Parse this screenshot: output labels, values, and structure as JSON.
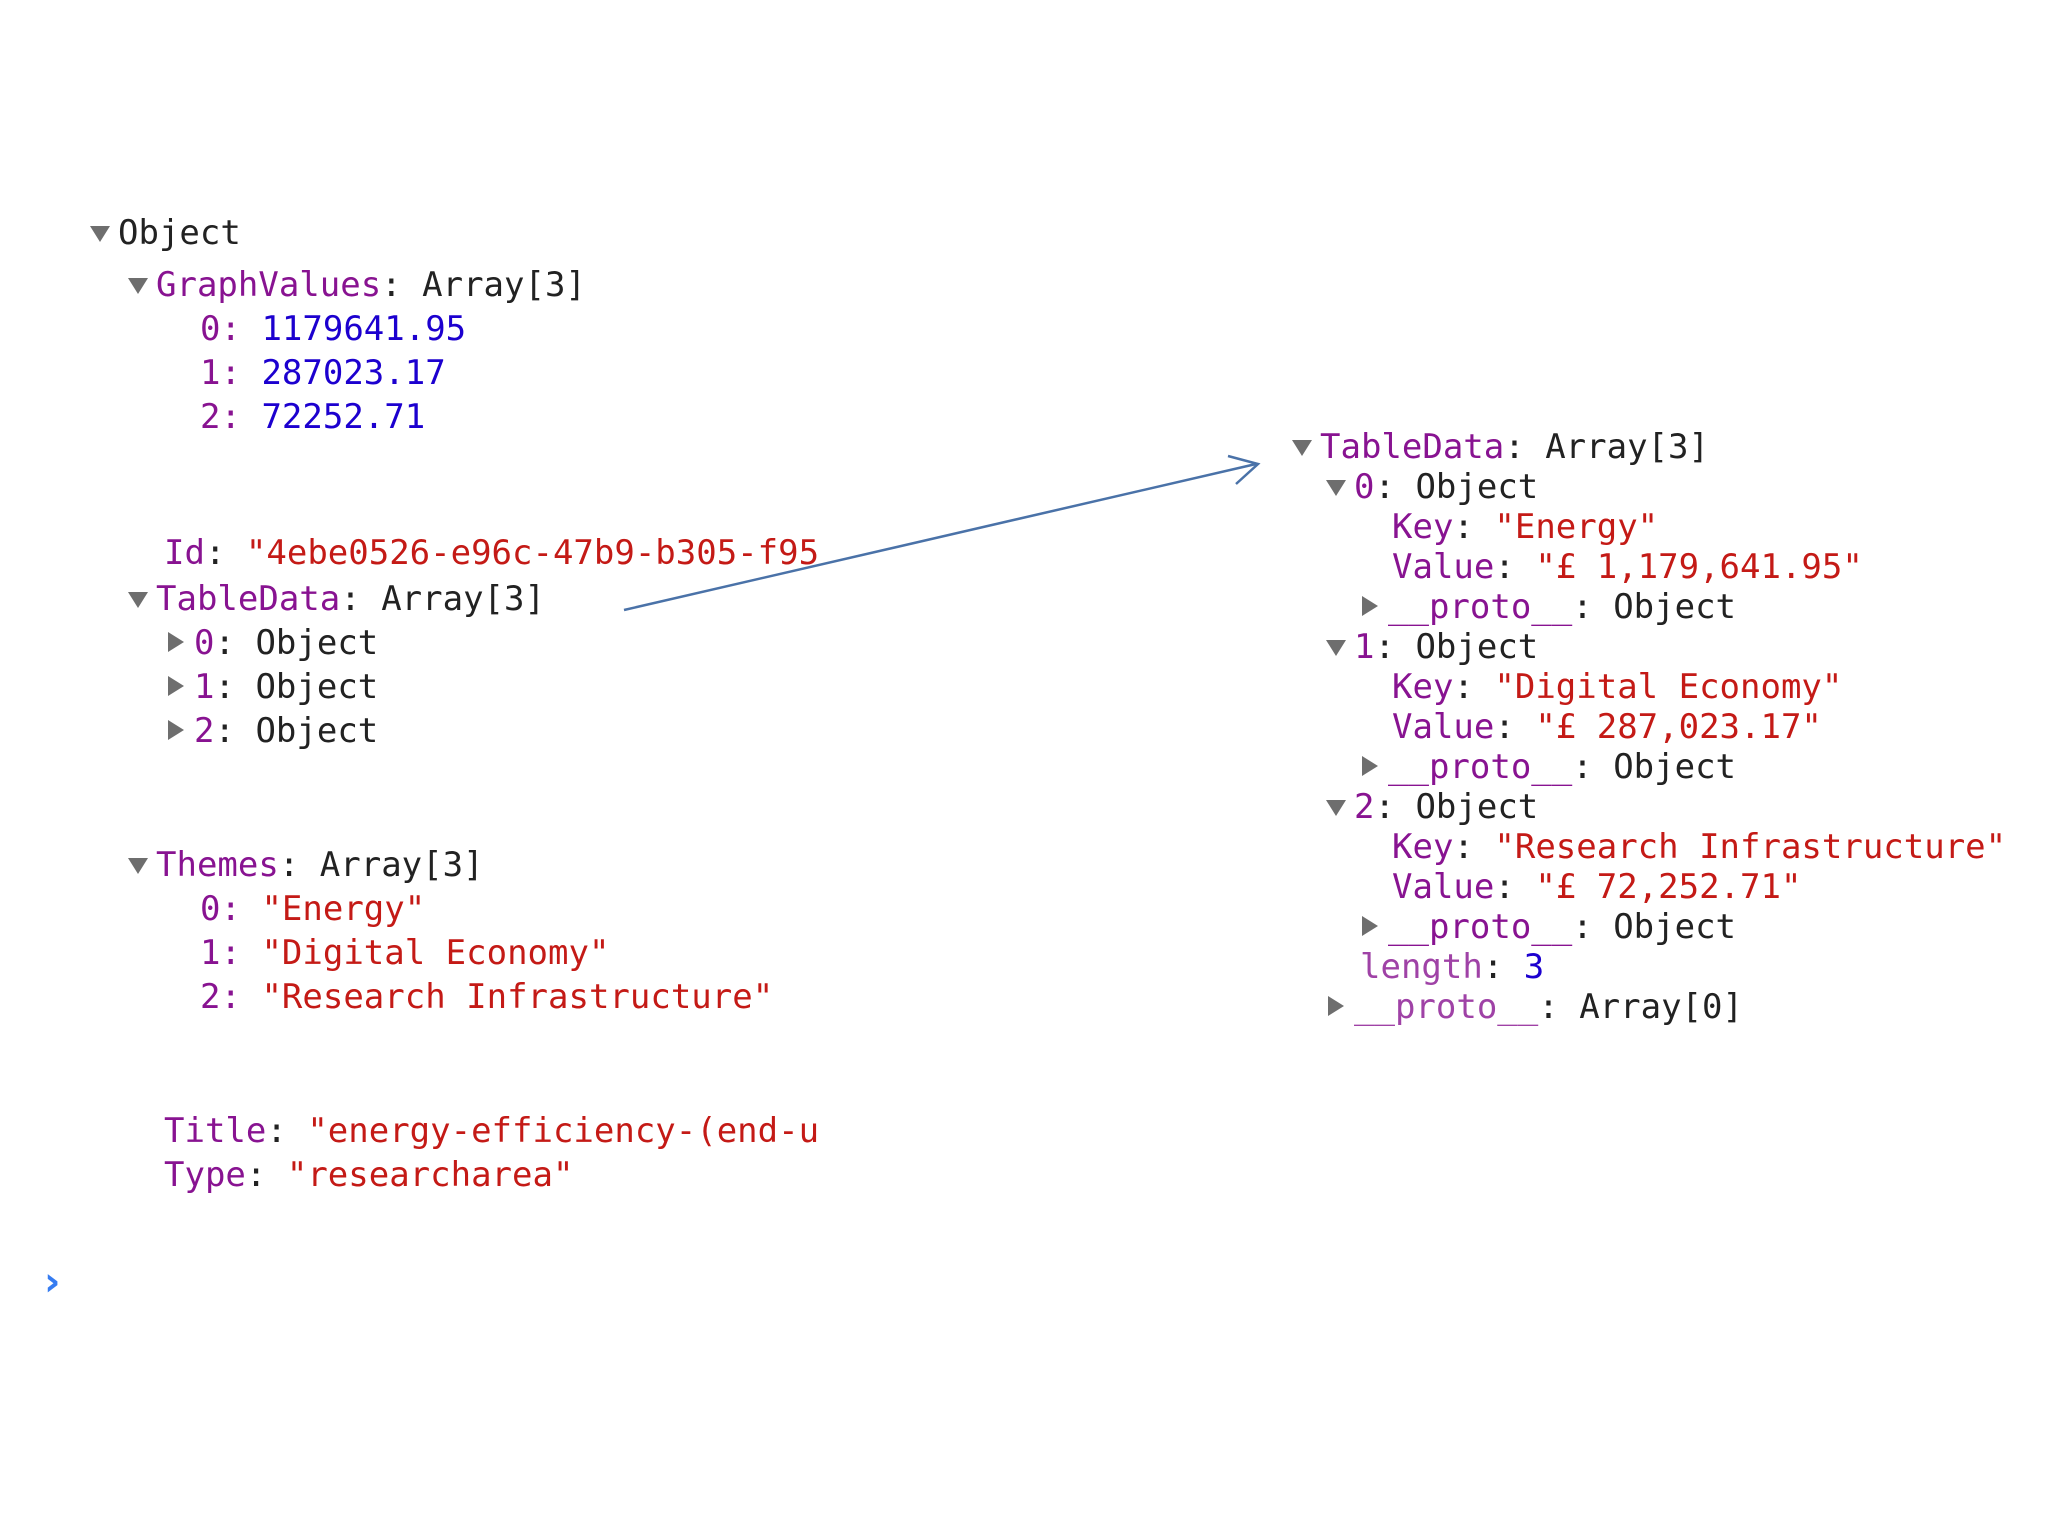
{
  "left": {
    "root_label": "Object",
    "graph_values": {
      "key": "GraphValues",
      "type": "Array[3]",
      "items": [
        {
          "index": "0",
          "value": "1179641.95"
        },
        {
          "index": "1",
          "value": "287023.17"
        },
        {
          "index": "2",
          "value": "72252.71"
        }
      ]
    },
    "id": {
      "key": "Id",
      "value": "\"4ebe0526-e96c-47b9-b305-f95"
    },
    "table_data": {
      "key": "TableData",
      "type": "Array[3]",
      "items": [
        {
          "index": "0",
          "type": "Object"
        },
        {
          "index": "1",
          "type": "Object"
        },
        {
          "index": "2",
          "type": "Object"
        }
      ]
    },
    "themes": {
      "key": "Themes",
      "type": "Array[3]",
      "items": [
        {
          "index": "0",
          "value": "\"Energy\""
        },
        {
          "index": "1",
          "value": "\"Digital Economy\""
        },
        {
          "index": "2",
          "value": "\"Research Infrastructure\""
        }
      ]
    },
    "title": {
      "key": "Title",
      "value": "\"energy-efficiency-(end-u"
    },
    "type_field": {
      "key": "Type",
      "value": "\"researcharea\""
    }
  },
  "right": {
    "table_data": {
      "key": "TableData",
      "type": "Array[3]",
      "objects": [
        {
          "index": "0",
          "type": "Object",
          "key_label": "Key",
          "key_value": "\"Energy\"",
          "value_label": "Value",
          "value_value": "\"£ 1,179,641.95\"",
          "proto_label": "__proto__",
          "proto_type": "Object"
        },
        {
          "index": "1",
          "type": "Object",
          "key_label": "Key",
          "key_value": "\"Digital Economy\"",
          "value_label": "Value",
          "value_value": "\"£ 287,023.17\"",
          "proto_label": "__proto__",
          "proto_type": "Object"
        },
        {
          "index": "2",
          "type": "Object",
          "key_label": "Key",
          "key_value": "\"Research Infrastructure\"",
          "value_label": "Value",
          "value_value": "\"£ 72,252.71\"",
          "proto_label": "__proto__",
          "proto_type": "Object"
        }
      ],
      "length_label": "length",
      "length_value": "3",
      "array_proto_label": "__proto__",
      "array_proto_type": "Array[0]"
    }
  },
  "colors": {
    "property_key": "#881391",
    "number": "#1c00cf",
    "string": "#c41a16",
    "arrow": "#4a72a8",
    "prompt": "#367cf1"
  },
  "icons": {
    "expanded": "triangle-down-icon",
    "collapsed": "triangle-right-icon",
    "prompt": "console-prompt-icon"
  }
}
